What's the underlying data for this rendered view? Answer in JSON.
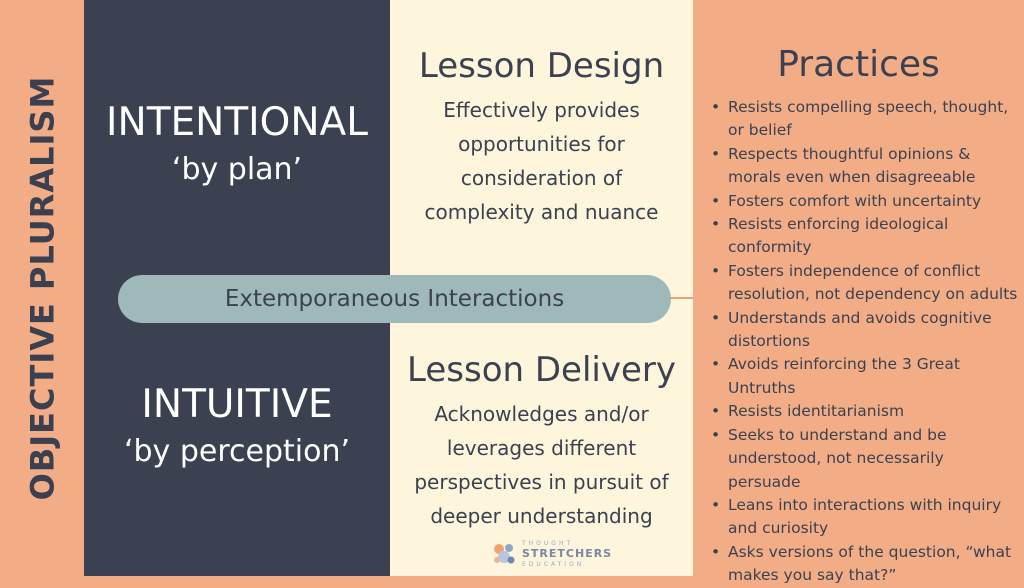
{
  "side_title": "OBJECTIVE PLURALISM",
  "quadrants": {
    "top_left": {
      "title": "INTENTIONAL",
      "subtitle": "‘by plan’"
    },
    "bottom_left": {
      "title": "INTUITIVE",
      "subtitle": "‘by perception’"
    },
    "top_right": {
      "heading": "Lesson Design",
      "lines": [
        "Effectively provides",
        "opportunities for",
        "consideration of",
        "complexity and nuance"
      ]
    },
    "bottom_right": {
      "heading": "Lesson Delivery",
      "lines": [
        "Acknowledges and/or",
        "leverages different",
        "perspectives in pursuit of",
        "deeper understanding"
      ]
    }
  },
  "center_pill": "Extemporaneous Interactions",
  "practices": {
    "title": "Practices",
    "items": [
      [
        "Resists compelling speech, thought,",
        "or belief"
      ],
      [
        "Respects thoughtful opinions &",
        "morals even when disagreeable"
      ],
      [
        "Fosters comfort with uncertainty"
      ],
      [
        "Resists enforcing ideological",
        "conformity"
      ],
      [
        "Fosters independence of conflict",
        "resolution, not dependency on adults"
      ],
      [
        "Understands and avoids cognitive",
        "distortions"
      ],
      [
        "Avoids reinforcing the 3 Great",
        "Untruths"
      ],
      [
        "Resists identitarianism"
      ],
      [
        "Seeks to understand and be",
        "understood, not necessarily persuade"
      ],
      [
        "Leans into interactions with inquiry",
        "and curiosity"
      ],
      [
        "Asks versions of the question, “what",
        "makes you say that?”"
      ]
    ]
  },
  "logo": {
    "top": "THOUGHT",
    "middle": "STRETCHERS",
    "bottom": "EDUCATION"
  },
  "colors": {
    "background": "#f2ad87",
    "dark_panel": "#3b4150",
    "cream_panel": "#fdf5dc",
    "pill": "#9fb8b9",
    "text_dark": "#3b4150"
  }
}
